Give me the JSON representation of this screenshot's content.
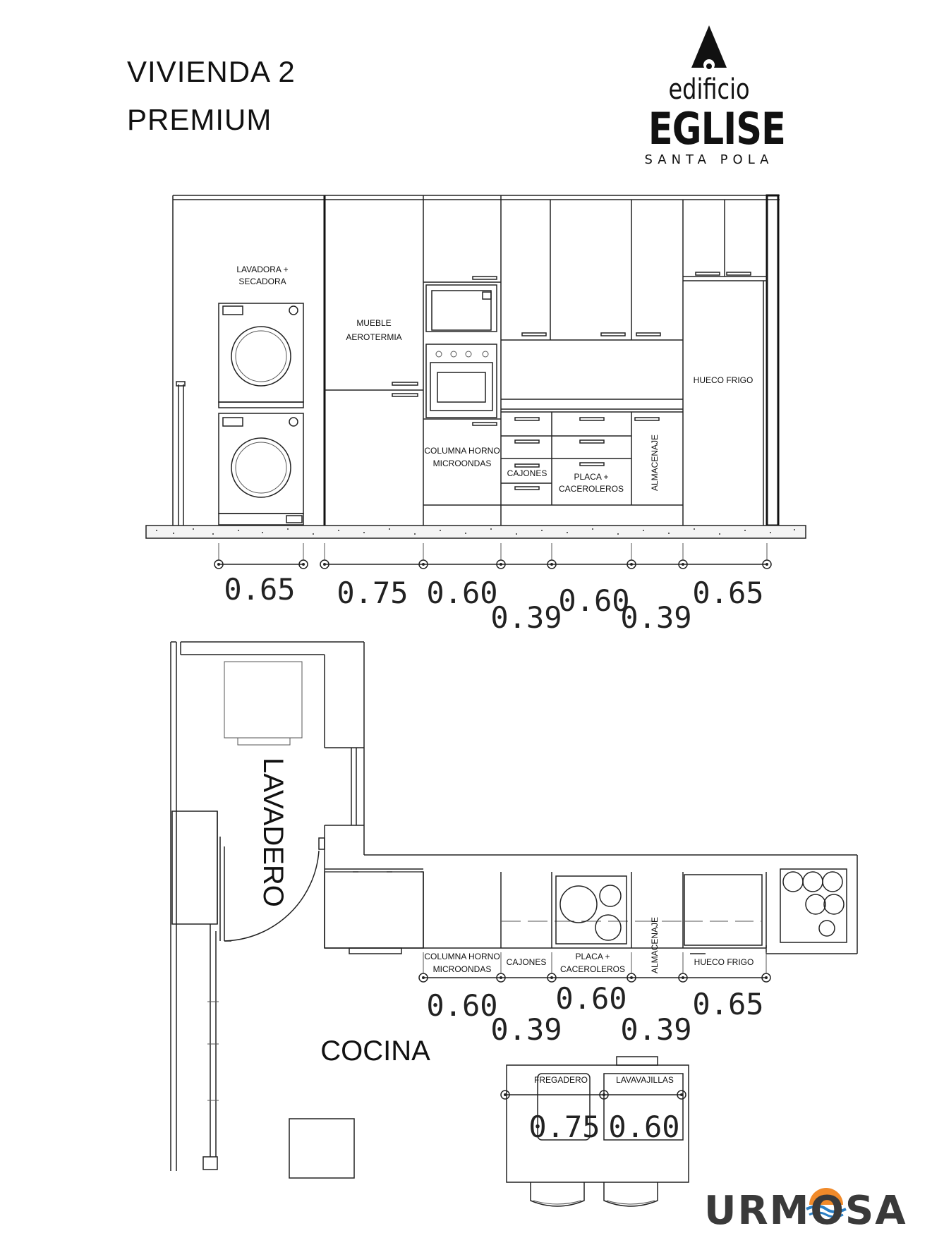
{
  "header": {
    "line1": "VIVIENDA 2",
    "line2": "PREMIUM"
  },
  "logo": {
    "small": "edificio",
    "big": "EGLISE",
    "sub": "SANTA POLA",
    "icon": "triangle-a-icon"
  },
  "brand": {
    "name": "URMOSA",
    "icon": "sun-wave-icon"
  },
  "elevation": {
    "labels": {
      "washer": [
        "LAVADORA +",
        "SECADORA"
      ],
      "aero": [
        "MUEBLE",
        "AEROTERMIA"
      ],
      "column": [
        "COLUMNA HORNO",
        "MICROONDAS"
      ],
      "drawers": "CAJONES",
      "hob": [
        "PLACA +",
        "CACEROLEROS"
      ],
      "storage": "ALMACENAJE",
      "fridge": "HUECO FRIGO"
    },
    "dims": [
      "0.65",
      "0.75",
      "0.60",
      "0.39",
      "0.60",
      "0.39",
      "0.65"
    ]
  },
  "plan": {
    "rooms": {
      "laundry": "LAVADERO",
      "kitchen": "COCINA"
    },
    "labels": {
      "column": [
        "COLUMNA HORNO",
        "MICROONDAS"
      ],
      "drawers": "CAJONES",
      "hob": [
        "PLACA +",
        "CACEROLEROS"
      ],
      "storage": "ALMACENAJE",
      "fridge": "HUECO FRIGO",
      "sink": "FREGADERO",
      "dishwasher": "LAVAVAJILLAS"
    },
    "dims": [
      "0.60",
      "0.39",
      "0.60",
      "0.39",
      "0.65"
    ],
    "island_dims": [
      "0.75",
      "0.60"
    ]
  }
}
